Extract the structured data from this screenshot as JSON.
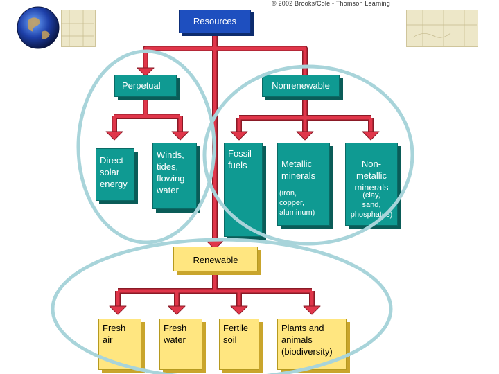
{
  "copyright": "© 2002 Brooks/Cole - Thomson Learning",
  "colors": {
    "connector": "#e0364a",
    "ellipse": "#a8d4da",
    "blue_box": "#1e4fbf",
    "teal_box": "#0f9a92",
    "gold_box": "#ffe680"
  },
  "icons": [
    "globe-icon",
    "map-fragment-icon"
  ],
  "nodes": {
    "resources": "Resources",
    "perpetual": "Perpetual",
    "nonrenewable": "Nonrenewable",
    "renewable": "Renewable",
    "direct_solar": "Direct\nsolar\nenergy",
    "winds": "Winds,\ntides,\nflowing\nwater",
    "fossil": "Fossil\nfuels",
    "metallic": "Metallic\nminerals",
    "metallic_examples": "(iron,\ncopper,\naluminum)",
    "nonmetallic": "Non-\nmetallic\nminerals",
    "nonmetallic_examples": "(clay,\nsand,\nphosphates)",
    "fresh_air": "Fresh\nair",
    "fresh_water": "Fresh\nwater",
    "fertile_soil": "Fertile\nsoil",
    "plants_animals": "Plants and\nanimals\n(biodiversity)"
  }
}
